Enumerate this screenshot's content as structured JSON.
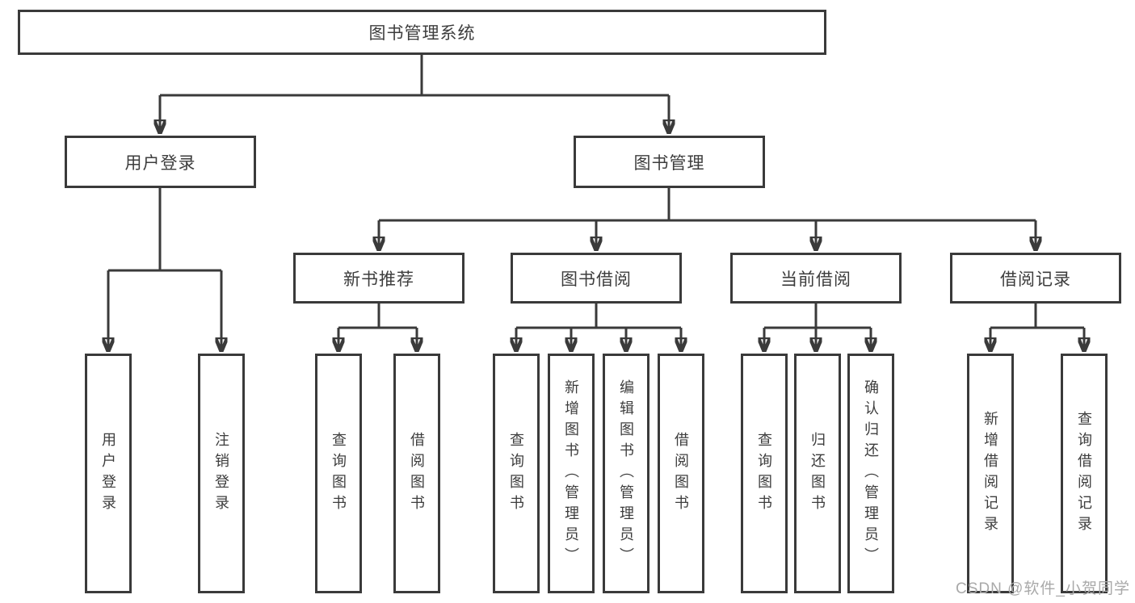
{
  "colors": {
    "line": "#3a3a3a",
    "text": "#3d3d3d",
    "watermark": "#a9a9a9",
    "background": "#ffffff"
  },
  "tree": {
    "label": "图书管理系统",
    "children": [
      {
        "label": "用户登录",
        "children": [
          {
            "label": "用户登录"
          },
          {
            "label": "注销登录"
          }
        ]
      },
      {
        "label": "图书管理",
        "children": [
          {
            "label": "新书推荐",
            "children": [
              {
                "label": "查询图书"
              },
              {
                "label": "借阅图书"
              }
            ]
          },
          {
            "label": "图书借阅",
            "children": [
              {
                "label": "查询图书"
              },
              {
                "label": "新增图书（管理员）"
              },
              {
                "label": "编辑图书（管理员）"
              },
              {
                "label": "借阅图书"
              }
            ]
          },
          {
            "label": "当前借阅",
            "children": [
              {
                "label": "查询图书"
              },
              {
                "label": "归还图书"
              },
              {
                "label": "确认归还（管理员）"
              }
            ]
          },
          {
            "label": "借阅记录",
            "children": [
              {
                "label": "新增借阅记录"
              },
              {
                "label": "查询借阅记录"
              }
            ]
          }
        ]
      }
    ]
  },
  "watermark": "CSDN @软件_小贺同学"
}
